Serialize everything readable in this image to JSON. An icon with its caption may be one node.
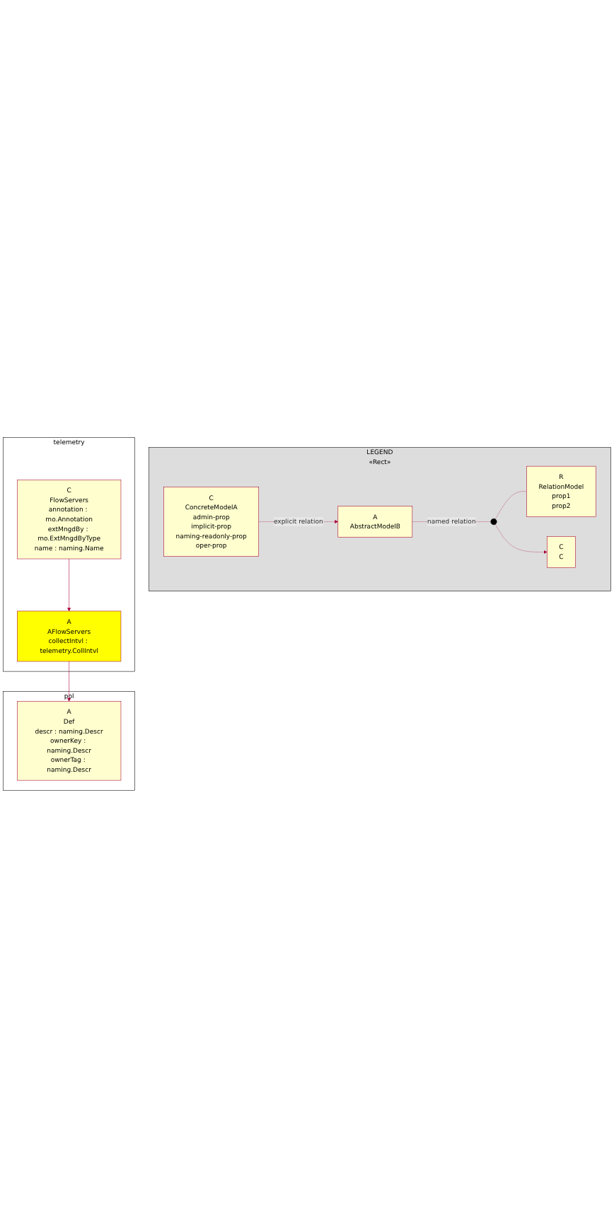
{
  "diagram": {
    "nodes": [
      {
        "text": [
          "LEGEND",
          "«Rect»"
        ]
      },
      {
        "text": [
          "C",
          "ConcreteModelA",
          "admin-prop",
          "implicit-prop",
          "naming-readonly-prop",
          "oper-prop"
        ],
        "in": 0
      },
      {
        "text": [
          "A",
          "AbstractModelB"
        ],
        "in": 0
      },
      {
        "text": [],
        "shape": "circle",
        "in": 0
      },
      {
        "text": [
          "R",
          "RelationModel",
          "prop1",
          "prop2"
        ],
        "in": 0
      },
      {
        "text": [
          "C",
          "C"
        ],
        "in": 0
      },
      {
        "text": [
          "pol"
        ]
      },
      {
        "text": [
          "A",
          "Def",
          "descr : naming.Descr",
          "ownerKey : naming.Descr",
          "ownerTag : naming.Descr"
        ],
        "in": 6
      },
      {
        "text": [
          "telemetry"
        ]
      },
      {
        "text": [
          "A",
          "AFlowServers",
          "collectIntvl : telemetry.CollIntvl"
        ],
        "in": 8
      },
      {
        "text": [
          "C",
          "FlowServers",
          "annotation : mo.Annotation",
          "extMngdBy : mo.ExtMngdByType",
          "name : naming.Name"
        ],
        "in": 8
      }
    ],
    "edges": [
      {
        "from": 1,
        "to": 2,
        "arrow": "to",
        "label": "explicit relation",
        "style": "dashed"
      },
      {
        "from": 2,
        "to": 3,
        "arrow": "none",
        "label": "named relation",
        "style": "dashed"
      },
      {
        "from": 3,
        "to": 4,
        "arrow": "none",
        "style": "dashed"
      },
      {
        "from": 3,
        "to": 5,
        "arrow": "to",
        "style": "dashed"
      },
      {
        "from": 9,
        "to": 7,
        "arrow": "to"
      },
      {
        "from": 10,
        "to": 9,
        "arrow": "to"
      }
    ]
  }
}
